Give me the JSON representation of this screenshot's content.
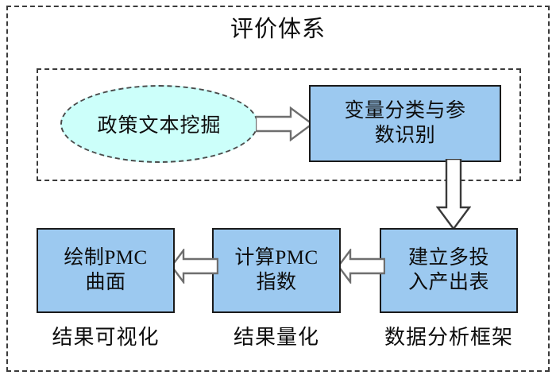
{
  "diagram": {
    "title": "评价体系",
    "outer_frame_name": "evaluation-system-frame",
    "inner_frame_name": "text-mining-stage-frame"
  },
  "nodes": {
    "policy_text_mining": {
      "label": "政策文本挖掘",
      "shape": "ellipse",
      "fill": "#CCFFFA",
      "border": "#4A4A4A"
    },
    "variable_classification": {
      "line1": "变量分类与参",
      "line2": "数识别",
      "shape": "rectangle",
      "fill": "#9CC9F0",
      "border": "#1A1A1A"
    },
    "build_io_table": {
      "line1": "建立多投",
      "line2": "入产出表",
      "shape": "rectangle",
      "fill": "#9CC9F0",
      "border": "#1A1A1A"
    },
    "calculate_pmc_index": {
      "line1": "计算PMC",
      "line2": "指数",
      "shape": "rectangle",
      "fill": "#9CC9F0",
      "border": "#1A1A1A"
    },
    "draw_pmc_surface": {
      "line1": "绘制PMC",
      "line2": "曲面",
      "shape": "rectangle",
      "fill": "#9CC9F0",
      "border": "#1A1A1A"
    }
  },
  "arrows": [
    {
      "name": "arrow-ellipse-to-variable",
      "direction": "right",
      "from": "政策文本挖掘",
      "to": "变量分类与参数识别"
    },
    {
      "name": "arrow-variable-down",
      "direction": "down",
      "from": "变量分类与参数识别",
      "to": "建立多投入产出表"
    },
    {
      "name": "arrow-io-to-index",
      "direction": "left",
      "from": "建立多投入产出表",
      "to": "计算PMC指数"
    },
    {
      "name": "arrow-index-to-surface",
      "direction": "left",
      "from": "计算PMC指数",
      "to": "绘制PMC曲面"
    }
  ],
  "captions": {
    "visualization": "结果可视化",
    "quantified": "结果量化",
    "framework": "数据分析框架"
  },
  "colors": {
    "box_fill": "#9CC9F0",
    "ellipse_fill": "#CCFFFA",
    "box_border": "#1A1A1A",
    "dashed_border": "#3B3B3B",
    "arrow_outline": "#6E6E6E",
    "arrow_fill": "#FFFFFF",
    "text": "#0D0D0D",
    "background": "#FFFFFF"
  }
}
